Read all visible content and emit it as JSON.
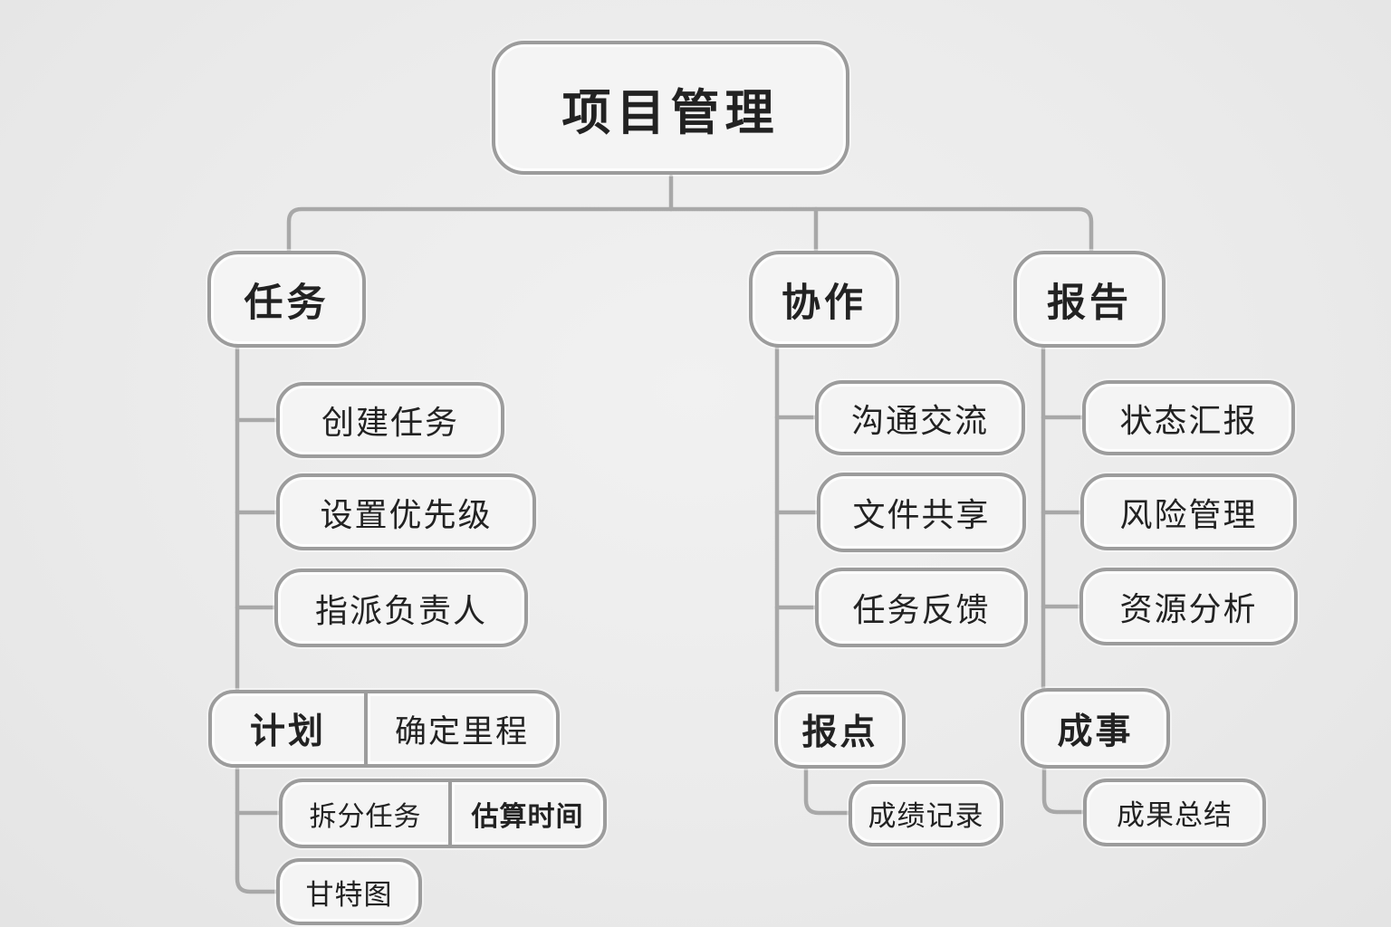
{
  "colors": {
    "background": "#ebebeb",
    "node_fill": "#f4f4f4",
    "node_border": "#9c9c9c",
    "connector": "#a8a8a8",
    "text": "#222222"
  },
  "root": {
    "label": "项目管理"
  },
  "branches": {
    "tasks": {
      "label": "任务",
      "children": {
        "create_task": "创建任务",
        "set_priority": "设置优先级",
        "assign_owner": "指派负责人"
      },
      "plan": {
        "label": "计划",
        "milestone": "确定里程",
        "split_task": "拆分任务",
        "estimate_time": "估算时间",
        "gantt_chart": "甘特图"
      }
    },
    "collaboration": {
      "label": "协作",
      "children": {
        "communication": "沟通交流",
        "file_sharing": "文件共享",
        "task_feedback": "任务反馈"
      },
      "report_point": {
        "label": "报点",
        "record": "成绩记录"
      }
    },
    "report": {
      "label": "报告",
      "children": {
        "status_report": "状态汇报",
        "risk_management": "风险管理",
        "resource_analysis": "资源分析"
      },
      "outcome": {
        "label": "成事",
        "summary": "成果总结"
      }
    }
  }
}
